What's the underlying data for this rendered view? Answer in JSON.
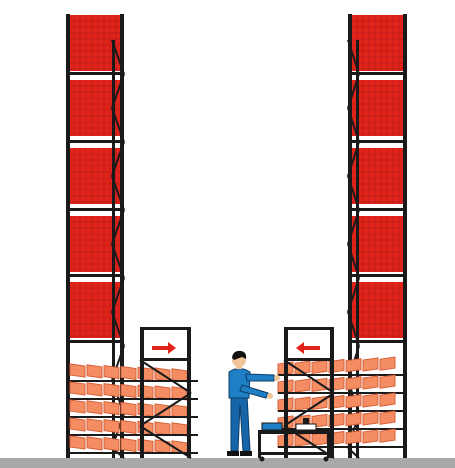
{
  "scene": {
    "description_free": true,
    "arrows": [
      {
        "id": "left-flow-arrow",
        "direction": "right"
      },
      {
        "id": "right-flow-arrow",
        "direction": "left"
      }
    ]
  },
  "colors": {
    "background": "#ffffff",
    "floor": "#a7a9ab",
    "frame": "#1a1a1a",
    "pallet_red": "#e2231a",
    "pallet_grid": "#b71c1c",
    "tote_orange": "#f58d62",
    "tote_dark": "#d7603a",
    "arrow_red": "#e2231a",
    "worker_shirt": "#1f7fc4",
    "worker_pants": "#1565a8",
    "skin": "#f2c49a",
    "hair": "#111111"
  },
  "icons": {
    "worker": "person-picking-icon",
    "cart": "picking-cart-icon",
    "scanner": "scanner-icon"
  }
}
